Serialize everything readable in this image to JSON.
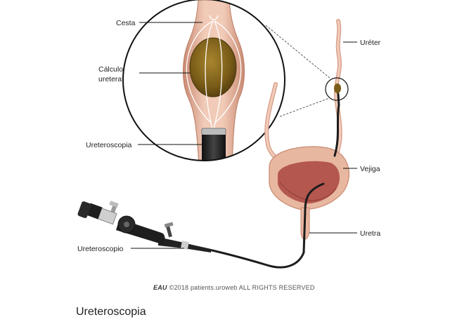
{
  "labels": {
    "cesta": "Cesta",
    "calculo_line1": "Cálculo",
    "calculo_line2": "ureteral",
    "ureteroscopia_inset": "Ureteroscopia",
    "ureter": "Uréter",
    "vejiga": "Vejiga",
    "uretra": "Uretra",
    "ureteroscopio": "Ureteroscopio"
  },
  "copyright": {
    "logo": "EAU",
    "text": "©2018 patients.uroweb ALL RIGHTS RESERVED"
  },
  "caption": "Ureteroscopia",
  "colors": {
    "tissue": "#e8b7a0",
    "tissue_dark": "#c98a72",
    "stone": "#8a6a1e",
    "scope": "#1c1c1c",
    "bladder_inner": "#b4574f"
  }
}
